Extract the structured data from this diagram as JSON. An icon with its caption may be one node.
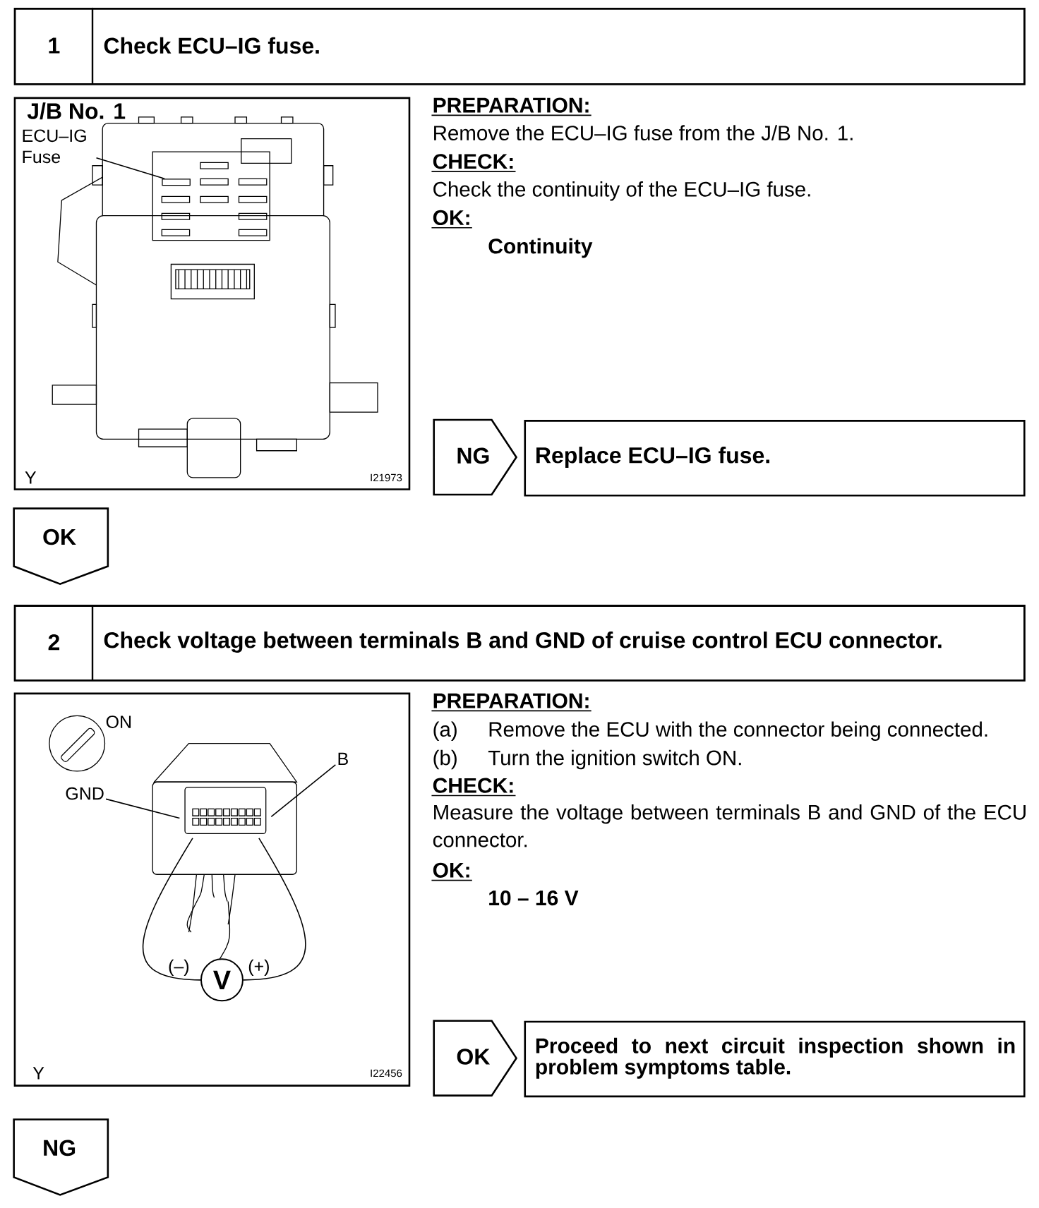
{
  "diagram": {
    "nodes": [
      {
        "text": [
          "1",
          "Check ECU–IG fuse."
        ]
      },
      {
        "text": [
          "J/B No. 1",
          "Y",
          "I21973"
        ]
      },
      {
        "text": [
          "ECU–IG Fuse"
        ],
        "in": 1
      },
      {
        "text": [],
        "shape": "box",
        "in": 1
      },
      {
        "text": [
          "NG"
        ]
      },
      {
        "text": [
          "Replace ECU–IG fuse."
        ]
      },
      {
        "text": [
          "OK"
        ]
      },
      {
        "text": [
          "2",
          "Check voltage between terminals B and GND of cruise control ECU connector."
        ]
      },
      {
        "text": [
          "Y",
          "I22456"
        ]
      },
      {
        "text": [
          "GND"
        ],
        "in": 8
      },
      {
        "text": [
          "B"
        ],
        "in": 8
      },
      {
        "text": [
          "V"
        ],
        "in": 8
      },
      {
        "text": [
          "OK"
        ]
      },
      {
        "text": [
          "Proceed to next circuit inspection shown in problem symptoms table."
        ]
      },
      {
        "text": [
          "NG"
        ]
      }
    ],
    "edges": [
      {
        "from": 2,
        "to": 3,
        "arrow": "none"
      },
      {
        "from": 9,
        "to": null,
        "arrow": "none"
      },
      {
        "from": 10,
        "to": null,
        "arrow": "none"
      },
      {
        "from": null,
        "to": 11,
        "arrow": "none"
      },
      {
        "from": null,
        "to": 11,
        "arrow": "none"
      }
    ],
    "labels": [
      "PREPARATION:",
      "Remove the ECU–IG fuse from the J/B No. 1.",
      "CHECK:",
      "Check the continuity of the ECU–IG fuse.",
      "OK:",
      "Continuity",
      "ON",
      "(–)",
      "(+)",
      "PREPARATION:",
      "(a)",
      "Remove the ECU with the connector being connected.",
      "(b)",
      "Turn the ignition switch ON.",
      "CHECK:",
      "Measure the voltage between terminals B and GND of the ECU connector.",
      "OK:",
      "10 – 16 V"
    ]
  }
}
